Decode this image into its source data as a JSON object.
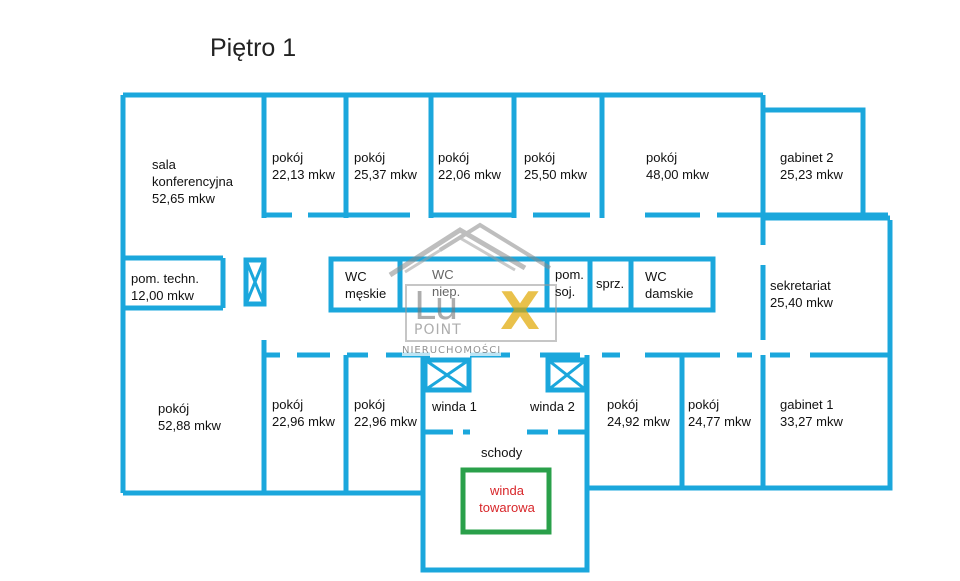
{
  "title": "Piętro 1",
  "colors": {
    "wall": "#1ba7dc",
    "freight": "#2aa04a",
    "accent_red": "#d8262a"
  },
  "rooms": {
    "sala_konferencyjna": "sala\nkonferencyjna\n52,65 mkw",
    "pokoj_1": "pokój\n22,13 mkw",
    "pokoj_2": "pokój\n25,37 mkw",
    "pokoj_3": "pokój\n22,06 mkw",
    "pokoj_4": "pokój\n25,50 mkw",
    "pokoj_5": "pokój\n48,00 mkw",
    "gabinet_2": "gabinet 2\n25,23 mkw",
    "pom_techn": "pom. techn.\n12,00 mkw",
    "wc_meskie": "WC\nmęskie",
    "wc_niep": "WC\nniep.",
    "pom_soj": "pom.\nsoj.",
    "sprz": "sprz.",
    "wc_damskie": "WC\ndamskie",
    "sekretariat": "sekretariat\n25,40 mkw",
    "pokoj_6": "pokój\n52,88 mkw",
    "pokoj_7": "pokój\n22,96 mkw",
    "pokoj_8": "pokój\n22,96 mkw",
    "winda_1": "winda 1",
    "winda_2": "winda 2",
    "pokoj_9": "pokój\n24,92 mkw",
    "pokoj_10": "pokój\n24,77 mkw",
    "gabinet_1": "gabinet 1\n33,27 mkw",
    "schody": "schody",
    "winda_towarowa": "winda\ntowarowa"
  },
  "watermark": {
    "lu": "Lu",
    "point": "POINT",
    "x": "X",
    "tagline": "NIERUCHOMOŚCI"
  }
}
